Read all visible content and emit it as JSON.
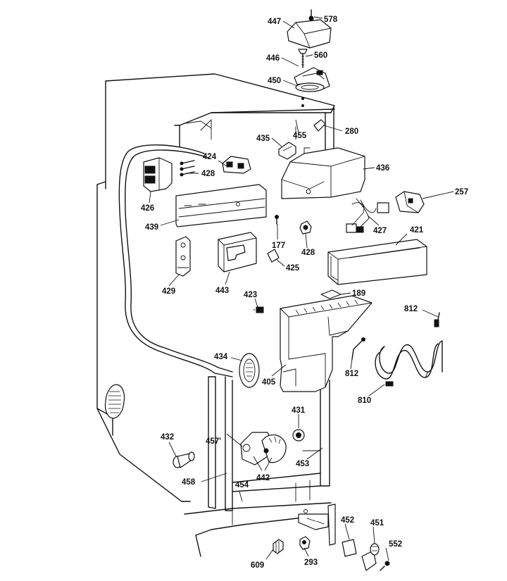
{
  "diagram": {
    "callouts": [
      {
        "id": "c447",
        "text": "447"
      },
      {
        "id": "c578",
        "text": "578"
      },
      {
        "id": "c446",
        "text": "446"
      },
      {
        "id": "c560",
        "text": "560"
      },
      {
        "id": "c450",
        "text": "450"
      },
      {
        "id": "c435",
        "text": "435"
      },
      {
        "id": "c455",
        "text": "455"
      },
      {
        "id": "c280",
        "text": "280"
      },
      {
        "id": "c424",
        "text": "424"
      },
      {
        "id": "c428a",
        "text": "428"
      },
      {
        "id": "c436",
        "text": "436"
      },
      {
        "id": "c426",
        "text": "426"
      },
      {
        "id": "c257",
        "text": "257"
      },
      {
        "id": "c439",
        "text": "439"
      },
      {
        "id": "c177",
        "text": "177"
      },
      {
        "id": "c427",
        "text": "427"
      },
      {
        "id": "c421",
        "text": "421"
      },
      {
        "id": "c428b",
        "text": "428"
      },
      {
        "id": "c425",
        "text": "425"
      },
      {
        "id": "c429",
        "text": "429"
      },
      {
        "id": "c443",
        "text": "443"
      },
      {
        "id": "c423",
        "text": "423"
      },
      {
        "id": "c189",
        "text": "189"
      },
      {
        "id": "c812a",
        "text": "812"
      },
      {
        "id": "c434",
        "text": "434"
      },
      {
        "id": "c812b",
        "text": "812"
      },
      {
        "id": "c405",
        "text": "405"
      },
      {
        "id": "c810",
        "text": "810"
      },
      {
        "id": "c431",
        "text": "431"
      },
      {
        "id": "c432",
        "text": "432"
      },
      {
        "id": "c457",
        "text": "457'"
      },
      {
        "id": "c453",
        "text": "453"
      },
      {
        "id": "c442",
        "text": "442"
      },
      {
        "id": "c458",
        "text": "458"
      },
      {
        "id": "c454",
        "text": "454"
      },
      {
        "id": "c452",
        "text": "452"
      },
      {
        "id": "c451",
        "text": "451"
      },
      {
        "id": "c552",
        "text": "552"
      },
      {
        "id": "c609",
        "text": "609"
      },
      {
        "id": "c293",
        "text": "293"
      }
    ]
  }
}
